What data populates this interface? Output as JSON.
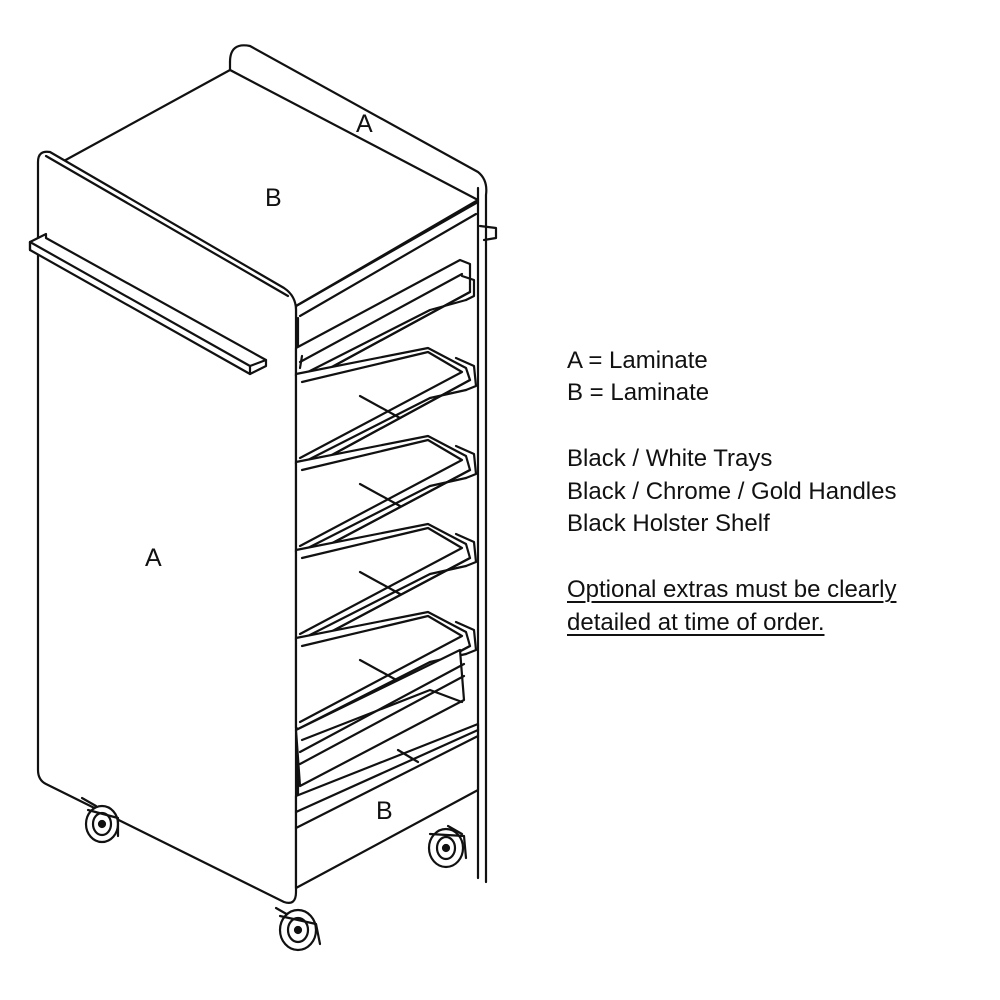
{
  "labels": {
    "top_back_panel": "A",
    "top_surface": "B",
    "side_panel": "A",
    "base_front": "B"
  },
  "legend": {
    "line1": "A = Laminate",
    "line2": "B = Laminate",
    "line3": "Black / White Trays",
    "line4": "Black / Chrome / Gold Handles",
    "line5": "Black Holster Shelf",
    "note_line1": "Optional extras must be clearly",
    "note_line2": "detailed at time of order."
  },
  "drawing": {
    "stroke_color": "#111111",
    "tray_count": 5
  }
}
